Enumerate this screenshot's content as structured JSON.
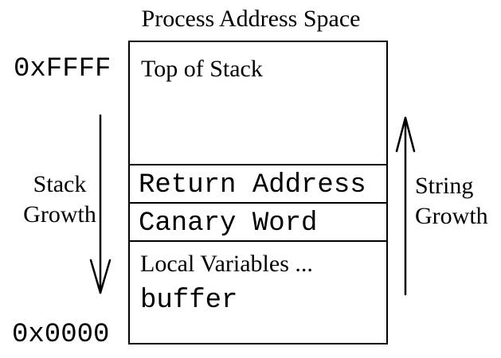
{
  "title": "Process Address Space",
  "colors": {
    "foreground": "#000000",
    "background": "#ffffff"
  },
  "box": {
    "sections": [
      {
        "label": "Top of Stack"
      },
      {
        "label": "Return Address"
      },
      {
        "label": "Canary Word"
      },
      {
        "label": "Local Variables ...",
        "sublabel": "buffer"
      }
    ]
  },
  "address_labels": {
    "top": "0xFFFF",
    "bottom": "0x0000"
  },
  "annotations": {
    "left": {
      "line1": "Stack",
      "line2": "Growth",
      "arrow_direction": "down"
    },
    "right": {
      "line1": "String",
      "line2": "Growth",
      "arrow_direction": "up"
    }
  }
}
